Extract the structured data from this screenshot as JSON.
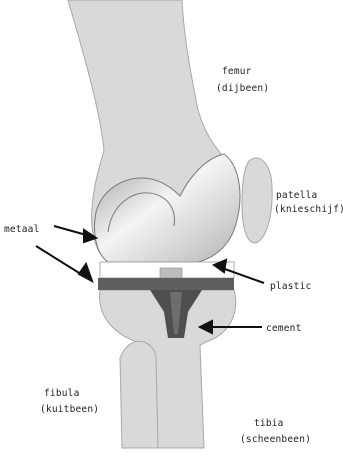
{
  "colors": {
    "bone": "#d9d9d9",
    "bone_outline": "#a8a8a8",
    "metal_light": "#f4f4f4",
    "metal_shade": "#9a9a9a",
    "tray": "#5f5f5f",
    "plastic": "#ffffff",
    "cement": "#4f4f4f",
    "arrow": "#111111",
    "text": "#222222"
  },
  "labels": {
    "femur": "femur",
    "femur_nl": "(dijbeen)",
    "patella": "patella",
    "patella_nl": "(knieschijf)",
    "metaal": "metaal",
    "plastic": "plastic",
    "cement": "cement",
    "fibula": "fibula",
    "fibula_nl": "(kuitbeen)",
    "tibia": "tibia",
    "tibia_nl": "(scheenbeen)"
  }
}
